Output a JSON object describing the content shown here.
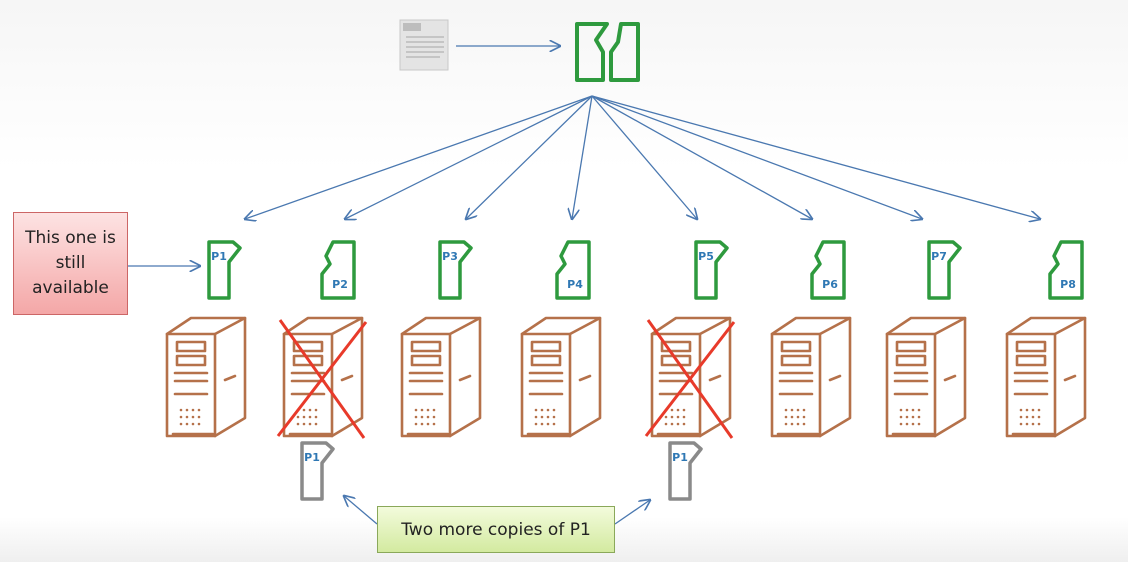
{
  "partitions": [
    {
      "label": "P1",
      "style": "left"
    },
    {
      "label": "P2",
      "style": "right"
    },
    {
      "label": "P3",
      "style": "left"
    },
    {
      "label": "P4",
      "style": "right"
    },
    {
      "label": "P5",
      "style": "left"
    },
    {
      "label": "P6",
      "style": "right"
    },
    {
      "label": "P7",
      "style": "left"
    },
    {
      "label": "P8",
      "style": "right"
    }
  ],
  "failed_servers": [
    2,
    5
  ],
  "replicas": [
    {
      "label": "P1",
      "under_server": 2
    },
    {
      "label": "P1",
      "under_server": 5
    }
  ],
  "callouts": {
    "available": "This one is still available",
    "copies": "Two more copies of P1"
  },
  "colors": {
    "partition_stroke": "#2e9a3e",
    "replica_stroke": "#8a8a8a",
    "server": "#b5714a",
    "arrow": "#4a78b0",
    "cross": "#e83a2a",
    "label": "#2f78b4"
  }
}
